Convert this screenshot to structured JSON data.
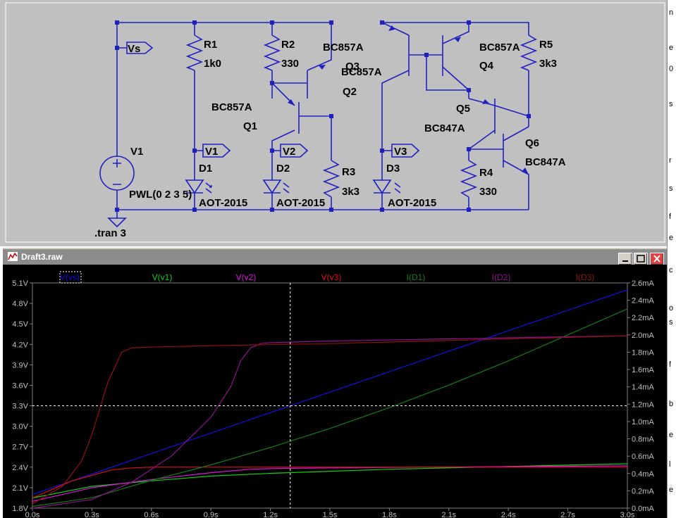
{
  "window": {
    "title": "Draft3.raw"
  },
  "schematic": {
    "labels": {
      "r1": "R1",
      "r1v": "1k0",
      "r2": "R2",
      "r2v": "330",
      "r3": "R3",
      "r3v": "3k3",
      "r4": "R4",
      "r4v": "330",
      "r5": "R5",
      "r5v": "3k3",
      "q1": "Q1",
      "q1m": "BC857A",
      "q2": "Q2",
      "q2m": "BC857A",
      "q3": "Q3",
      "q3m": "BC857A",
      "q4": "Q4",
      "q4m": "BC857A",
      "q5": "Q5",
      "q5m": "BC847A",
      "q6": "Q6",
      "q6m": "BC847A",
      "v1": "V1",
      "v1src": "PWL(0 2 3 5)",
      "d1": "D1",
      "d1m": "AOT-2015",
      "d2": "D2",
      "d2m": "AOT-2015",
      "d3": "D3",
      "d3m": "AOT-2015",
      "flag_vs": "Vs",
      "flag_v1": "V1",
      "flag_v2": "V2",
      "flag_v3": "V3",
      "directive": ".tran 3"
    }
  },
  "right_strip_chars": [
    "n",
    "e",
    "0",
    "s",
    "r",
    "s",
    "f",
    "e",
    "c",
    "o",
    "s",
    "f",
    "b",
    "e",
    "l",
    "e"
  ],
  "colors": {
    "background": "#000000",
    "grid": "#808080",
    "v_vs": "#1010e0",
    "v_v1": "#10d010",
    "v_v2": "#e010e0",
    "v_v3": "#e01010",
    "i_d1": "#108010",
    "i_d2": "#901090",
    "i_d3": "#901010"
  },
  "chart_data": {
    "type": "line",
    "xlabel": "",
    "x_ticks": [
      "0.0s",
      "0.3s",
      "0.6s",
      "0.9s",
      "1.2s",
      "1.5s",
      "1.8s",
      "2.1s",
      "2.4s",
      "2.7s",
      "3.0s"
    ],
    "y_left_ticks": [
      "5.1V",
      "4.8V",
      "4.5V",
      "4.2V",
      "3.9V",
      "3.6V",
      "3.3V",
      "3.0V",
      "2.7V",
      "2.4V",
      "2.1V",
      "1.8V"
    ],
    "y_right_ticks": [
      "2.6mA",
      "2.4mA",
      "2.2mA",
      "2.0mA",
      "1.8mA",
      "1.6mA",
      "1.4mA",
      "1.2mA",
      "1.0mA",
      "0.8mA",
      "0.6mA",
      "0.4mA",
      "0.2mA",
      "0.0mA"
    ],
    "xlim": [
      0,
      3.0
    ],
    "ylim_left": [
      1.8,
      5.1
    ],
    "ylim_right": [
      0,
      2.6
    ],
    "cursor": {
      "x": 1.3,
      "y": 3.3
    },
    "series": [
      {
        "name": "V(vs)",
        "axis": "left",
        "color": "#1010e0",
        "selected": true,
        "x": [
          0,
          0.3,
          0.6,
          0.9,
          1.2,
          1.5,
          1.8,
          2.1,
          2.4,
          2.7,
          3.0
        ],
        "y": [
          2.0,
          2.3,
          2.6,
          2.9,
          3.2,
          3.5,
          3.8,
          4.1,
          4.4,
          4.7,
          5.0
        ]
      },
      {
        "name": "V(v1)",
        "axis": "left",
        "color": "#10d010",
        "x": [
          0,
          0.3,
          0.6,
          0.9,
          1.2,
          1.5,
          1.8,
          2.1,
          2.4,
          2.7,
          3.0
        ],
        "y": [
          1.95,
          2.12,
          2.2,
          2.27,
          2.31,
          2.34,
          2.37,
          2.39,
          2.41,
          2.43,
          2.45
        ]
      },
      {
        "name": "V(v2)",
        "axis": "left",
        "color": "#e010e0",
        "x": [
          0,
          0.3,
          0.6,
          0.9,
          1.1,
          1.2,
          1.5,
          2.0,
          2.5,
          3.0
        ],
        "y": [
          1.9,
          2.1,
          2.22,
          2.32,
          2.37,
          2.38,
          2.39,
          2.4,
          2.41,
          2.42
        ]
      },
      {
        "name": "V(v3)",
        "axis": "left",
        "color": "#e01010",
        "x": [
          0,
          0.2,
          0.4,
          0.5,
          0.6,
          1.0,
          1.5,
          2.0,
          2.5,
          3.0
        ],
        "y": [
          1.95,
          2.2,
          2.36,
          2.39,
          2.4,
          2.4,
          2.4,
          2.4,
          2.4,
          2.4
        ]
      },
      {
        "name": "I(D1)",
        "axis": "right",
        "color": "#108010",
        "x": [
          0,
          0.3,
          0.6,
          0.9,
          1.2,
          1.5,
          1.8,
          2.1,
          2.4,
          2.7,
          3.0
        ],
        "y": [
          0.02,
          0.12,
          0.32,
          0.5,
          0.7,
          0.92,
          1.16,
          1.42,
          1.7,
          2.0,
          2.3
        ]
      },
      {
        "name": "I(D2)",
        "axis": "right",
        "color": "#901090",
        "x": [
          0,
          0.3,
          0.5,
          0.7,
          0.9,
          1.0,
          1.05,
          1.1,
          1.15,
          1.2,
          1.5,
          2.0,
          2.5,
          3.0
        ],
        "y": [
          0.0,
          0.1,
          0.3,
          0.6,
          1.05,
          1.4,
          1.7,
          1.85,
          1.9,
          1.91,
          1.93,
          1.95,
          1.97,
          1.99
        ]
      },
      {
        "name": "I(D3)",
        "axis": "right",
        "color": "#901010",
        "x": [
          0,
          0.15,
          0.25,
          0.3,
          0.38,
          0.45,
          0.5,
          0.6,
          1.0,
          1.5,
          2.0,
          2.5,
          3.0
        ],
        "y": [
          0.05,
          0.25,
          0.55,
          0.85,
          1.45,
          1.8,
          1.85,
          1.86,
          1.88,
          1.9,
          1.93,
          1.96,
          1.99
        ]
      }
    ]
  }
}
